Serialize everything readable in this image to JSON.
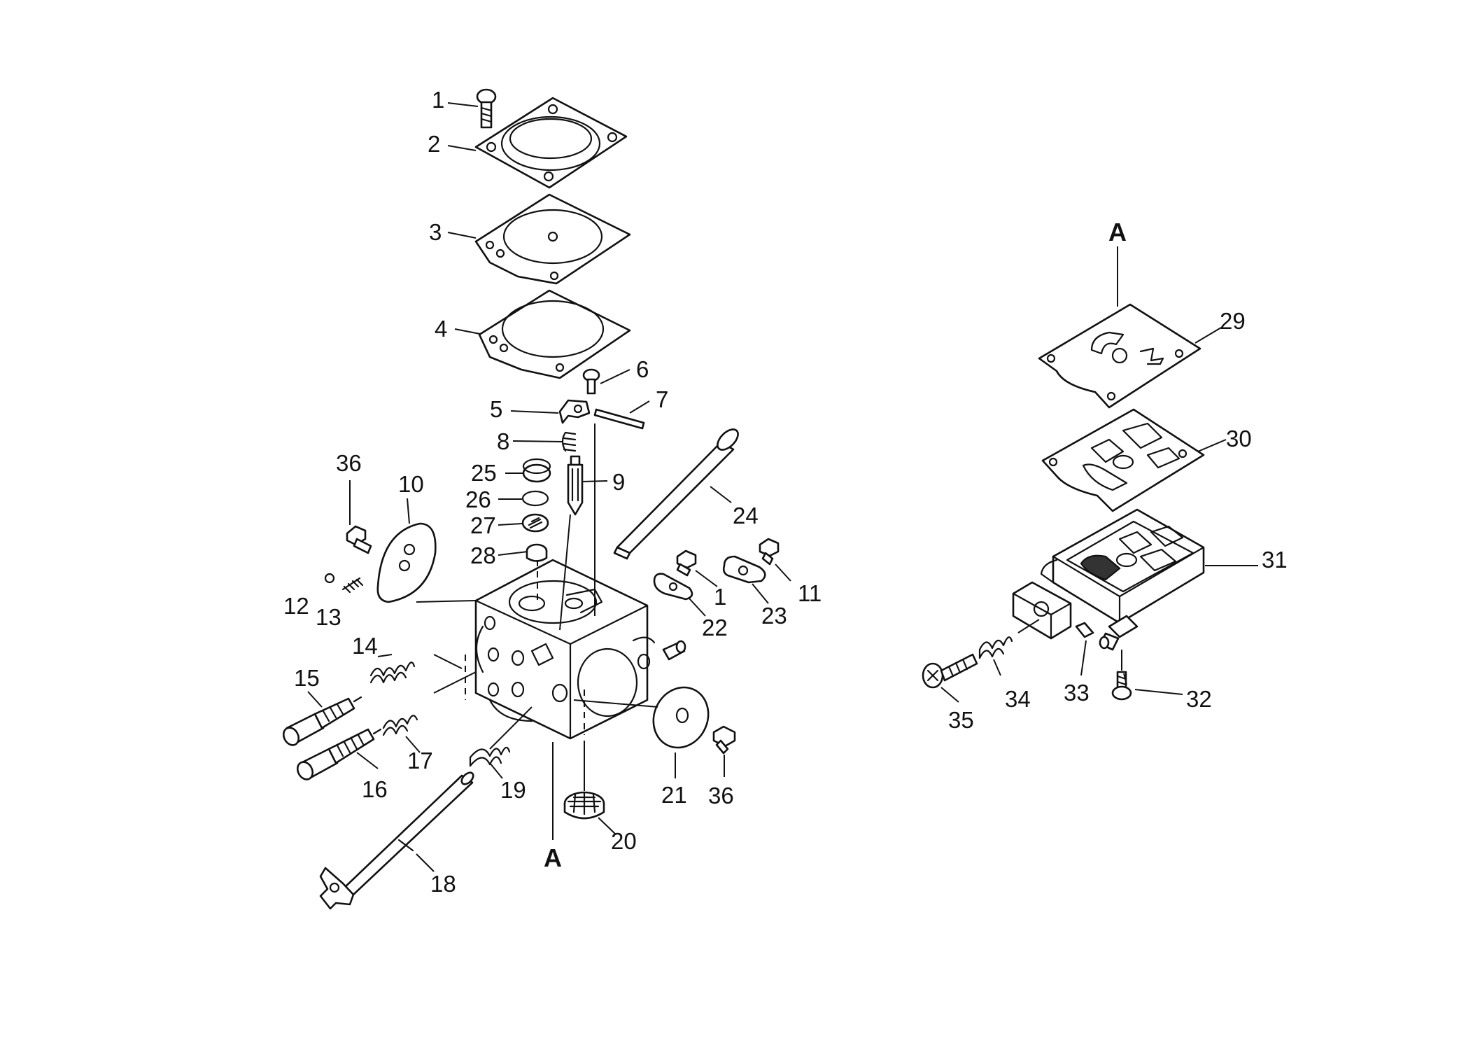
{
  "callouts": {
    "c1a": "1",
    "c2": "2",
    "c3": "3",
    "c4": "4",
    "c5": "5",
    "c6": "6",
    "c7": "7",
    "c8": "8",
    "c9": "9",
    "c10": "10",
    "c11": "11",
    "c12": "12",
    "c13": "13",
    "c14": "14",
    "c15": "15",
    "c16": "16",
    "c17": "17",
    "c18": "18",
    "c19": "19",
    "c20": "20",
    "c21": "21",
    "c22": "22",
    "c23": "23",
    "c24": "24",
    "c25": "25",
    "c26": "26",
    "c27": "27",
    "c28": "28",
    "c29": "29",
    "c30": "30",
    "c31": "31",
    "c32": "32",
    "c33": "33",
    "c34": "34",
    "c35": "35",
    "c36a": "36",
    "c36b": "36",
    "c1b": "1",
    "refA1": "A",
    "refA2": "A"
  }
}
